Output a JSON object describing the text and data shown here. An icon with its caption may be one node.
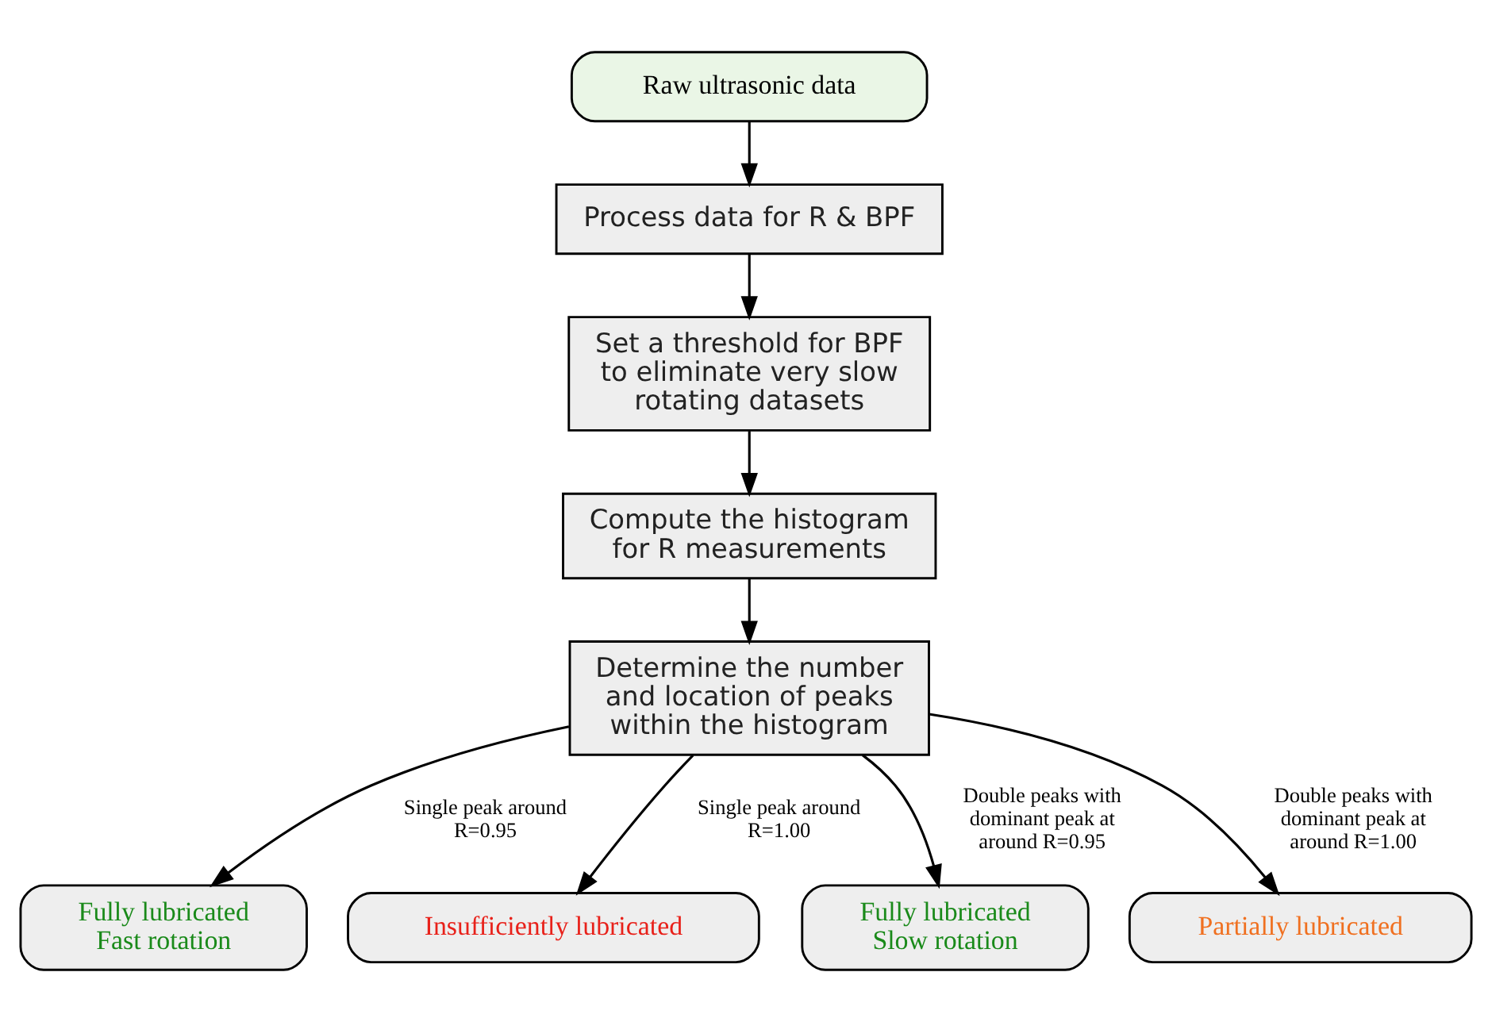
{
  "diagram": {
    "nodes": [
      {
        "text": [
          "Raw ultrasonic data"
        ]
      },
      {
        "text": [
          "Process data for R & BPF"
        ]
      },
      {
        "text": [
          "Set a threshold for BPF to eliminate very slow rotating datasets"
        ]
      },
      {
        "text": [
          "Compute the histogram for R measurements"
        ]
      },
      {
        "text": [
          "Determine the number and location of peaks within the histogram"
        ]
      },
      {
        "text": [
          "Fully lubricated Fast rotation"
        ]
      },
      {
        "text": [
          "Insufficiently lubricated"
        ]
      },
      {
        "text": [
          "Fully lubricated Slow rotation"
        ]
      },
      {
        "text": [
          "Partially lubricated"
        ]
      }
    ],
    "edges": [
      {
        "from": 0,
        "to": 1,
        "arrow": "to"
      },
      {
        "from": 1,
        "to": 2,
        "arrow": "to"
      },
      {
        "from": 2,
        "to": 3,
        "arrow": "to"
      },
      {
        "from": 3,
        "to": 4,
        "arrow": "to"
      },
      {
        "from": 4,
        "to": 5,
        "arrow": "to",
        "label": "Single peak around R=0.95"
      },
      {
        "from": 4,
        "to": 6,
        "arrow": "to",
        "label": "Single peak around R=1.00"
      },
      {
        "from": 4,
        "to": 7,
        "arrow": "to",
        "label": "Double peaks with dominant peak at around R=0.95"
      },
      {
        "from": 4,
        "to": 8,
        "arrow": "to",
        "label": "Double peaks with dominant peak at around R=1.00"
      }
    ]
  }
}
